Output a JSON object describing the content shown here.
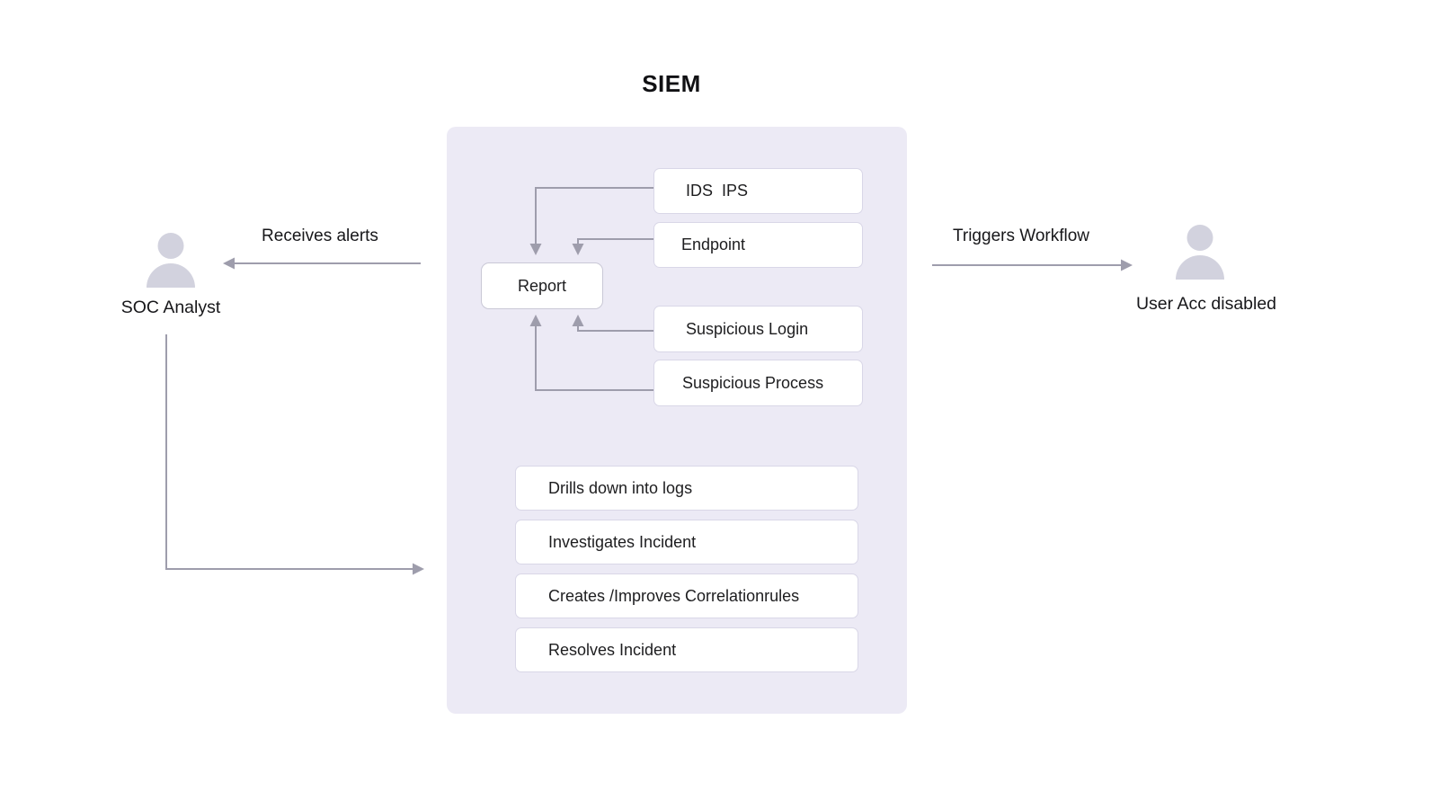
{
  "title": "SIEM",
  "colors": {
    "panel_bg": "#eceaf5",
    "node_bg": "#ffffff",
    "node_border": "#d9d7e7",
    "connector": "#9e9dac",
    "person_icon": "#d2d2de",
    "text": "#1d1d1f"
  },
  "actors": {
    "left": {
      "label": "SOC Analyst",
      "icon": "person-icon"
    },
    "right": {
      "label": "User Acc disabled",
      "icon": "person-icon"
    }
  },
  "flows": {
    "receives_alerts": "Receives alerts",
    "triggers_workflow": "Triggers Workflow"
  },
  "siem": {
    "report_label": "Report",
    "sources": [
      {
        "label": "IDS  IPS"
      },
      {
        "label": "Endpoint"
      },
      {
        "label": "Suspicious Login"
      },
      {
        "label": "Suspicious Process"
      }
    ],
    "activities": [
      {
        "label": "Drills down into logs"
      },
      {
        "label": "Investigates Incident"
      },
      {
        "label": "Creates /Improves Correlationrules"
      },
      {
        "label": "Resolves Incident"
      }
    ]
  }
}
